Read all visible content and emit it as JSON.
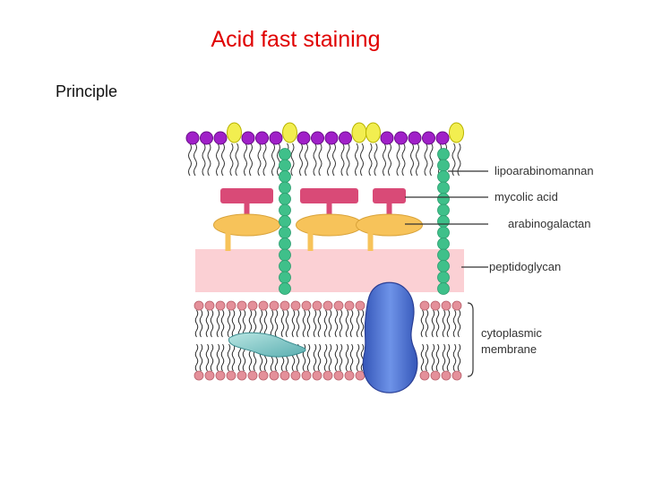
{
  "slide": {
    "title": "Acid fast staining",
    "subtitle": "Principle"
  },
  "diagram": {
    "labels": {
      "lipoarabinomannan": "lipoarabinomannan",
      "mycolic_acid": "mycolic acid",
      "arabinogalactan": "arabinogalactan",
      "peptidoglycan": "peptidoglycan",
      "cytoplasmic": "cytoplasmic",
      "membrane": "membrane"
    },
    "colors": {
      "title": "#e00000",
      "lipid_head_purple": "#a020c8",
      "lipid_head_yellow": "#f2ee50",
      "mycolic_acid": "#d94a77",
      "arabinogalactan": "#f7c35a",
      "peptidoglycan": "#fbd0d4",
      "lam_chain": "#3fc08a",
      "membrane_head": "#e4909a",
      "protein_blue": "#4a72d2",
      "protein_teal": "#7ac7c5"
    }
  }
}
